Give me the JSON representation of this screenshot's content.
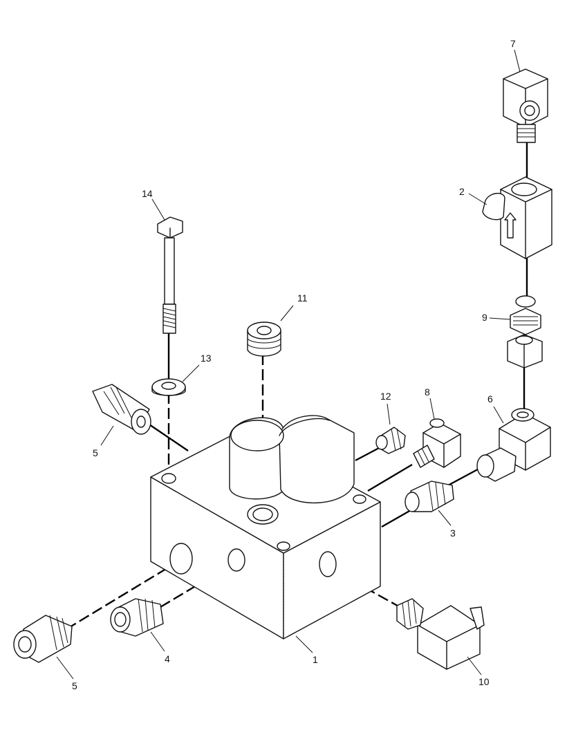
{
  "callouts": {
    "c1": "1",
    "c2": "2",
    "c3": "3",
    "c4": "4",
    "c5a": "5",
    "c5b": "5",
    "c6": "6",
    "c7": "7",
    "c8": "8",
    "c9": "9",
    "c10": "10",
    "c11": "11",
    "c12": "12",
    "c13": "13",
    "c14": "14"
  },
  "colors": {
    "line": "#111111",
    "background": "#ffffff"
  }
}
